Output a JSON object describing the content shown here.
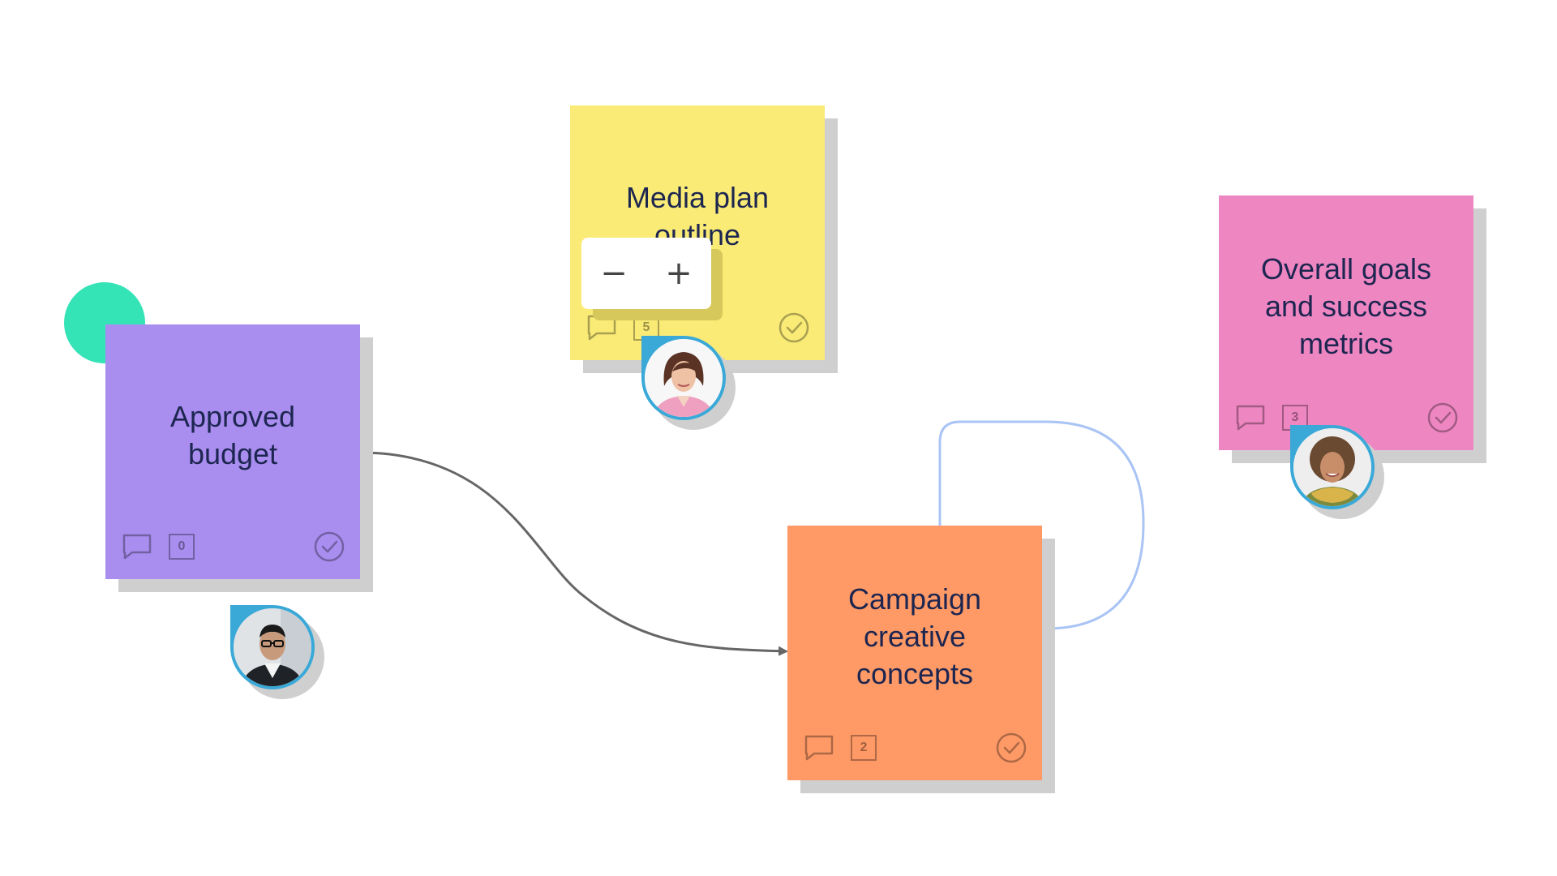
{
  "notes": [
    {
      "id": "approved-budget",
      "text": "Approved budget",
      "comments": "0",
      "color": "#a98ef0"
    },
    {
      "id": "media-plan",
      "text": "Media plan outline",
      "comments": "5",
      "color": "#f9eb76"
    },
    {
      "id": "overall-goals",
      "text": "Overall goals and success metrics",
      "comments": "3",
      "color": "#ee86c2"
    },
    {
      "id": "campaign-creative",
      "text": "Campaign creative concepts",
      "comments": "2",
      "color": "#ff9a66"
    }
  ],
  "zoom": {
    "minus": "−",
    "plus": "+"
  },
  "colors": {
    "accent": "#3aa9d8",
    "green_dot": "#34e3b6",
    "connector_arrow": "#666666",
    "connector_loop": "#a9c4f5",
    "note_text": "#1d2650"
  },
  "icons": {
    "comment": "comment-icon",
    "check": "check-circle-icon",
    "zoom_in": "plus-icon",
    "zoom_out": "minus-icon"
  }
}
